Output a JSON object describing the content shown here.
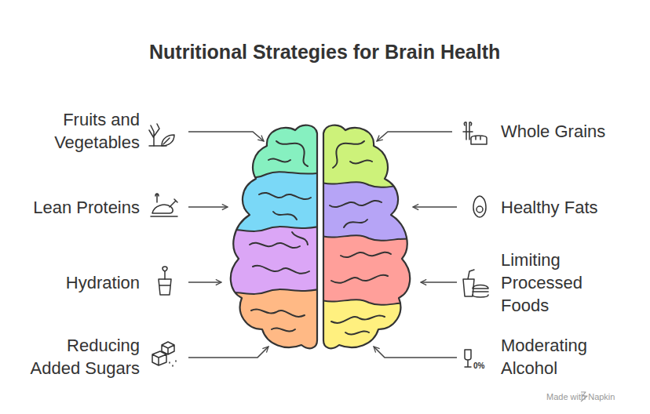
{
  "diagram": {
    "title": "Nutritional Strategies for Brain Health",
    "labels": [
      "Fruits and Vegetables",
      "Whole Grains",
      "Lean Proteins",
      "Healthy Fats",
      "Hydration",
      "Limiting Processed Foods",
      "Reducing Added Sugars",
      "Moderating Alcohol",
      "0%",
      "Made with Napkin"
    ]
  }
}
